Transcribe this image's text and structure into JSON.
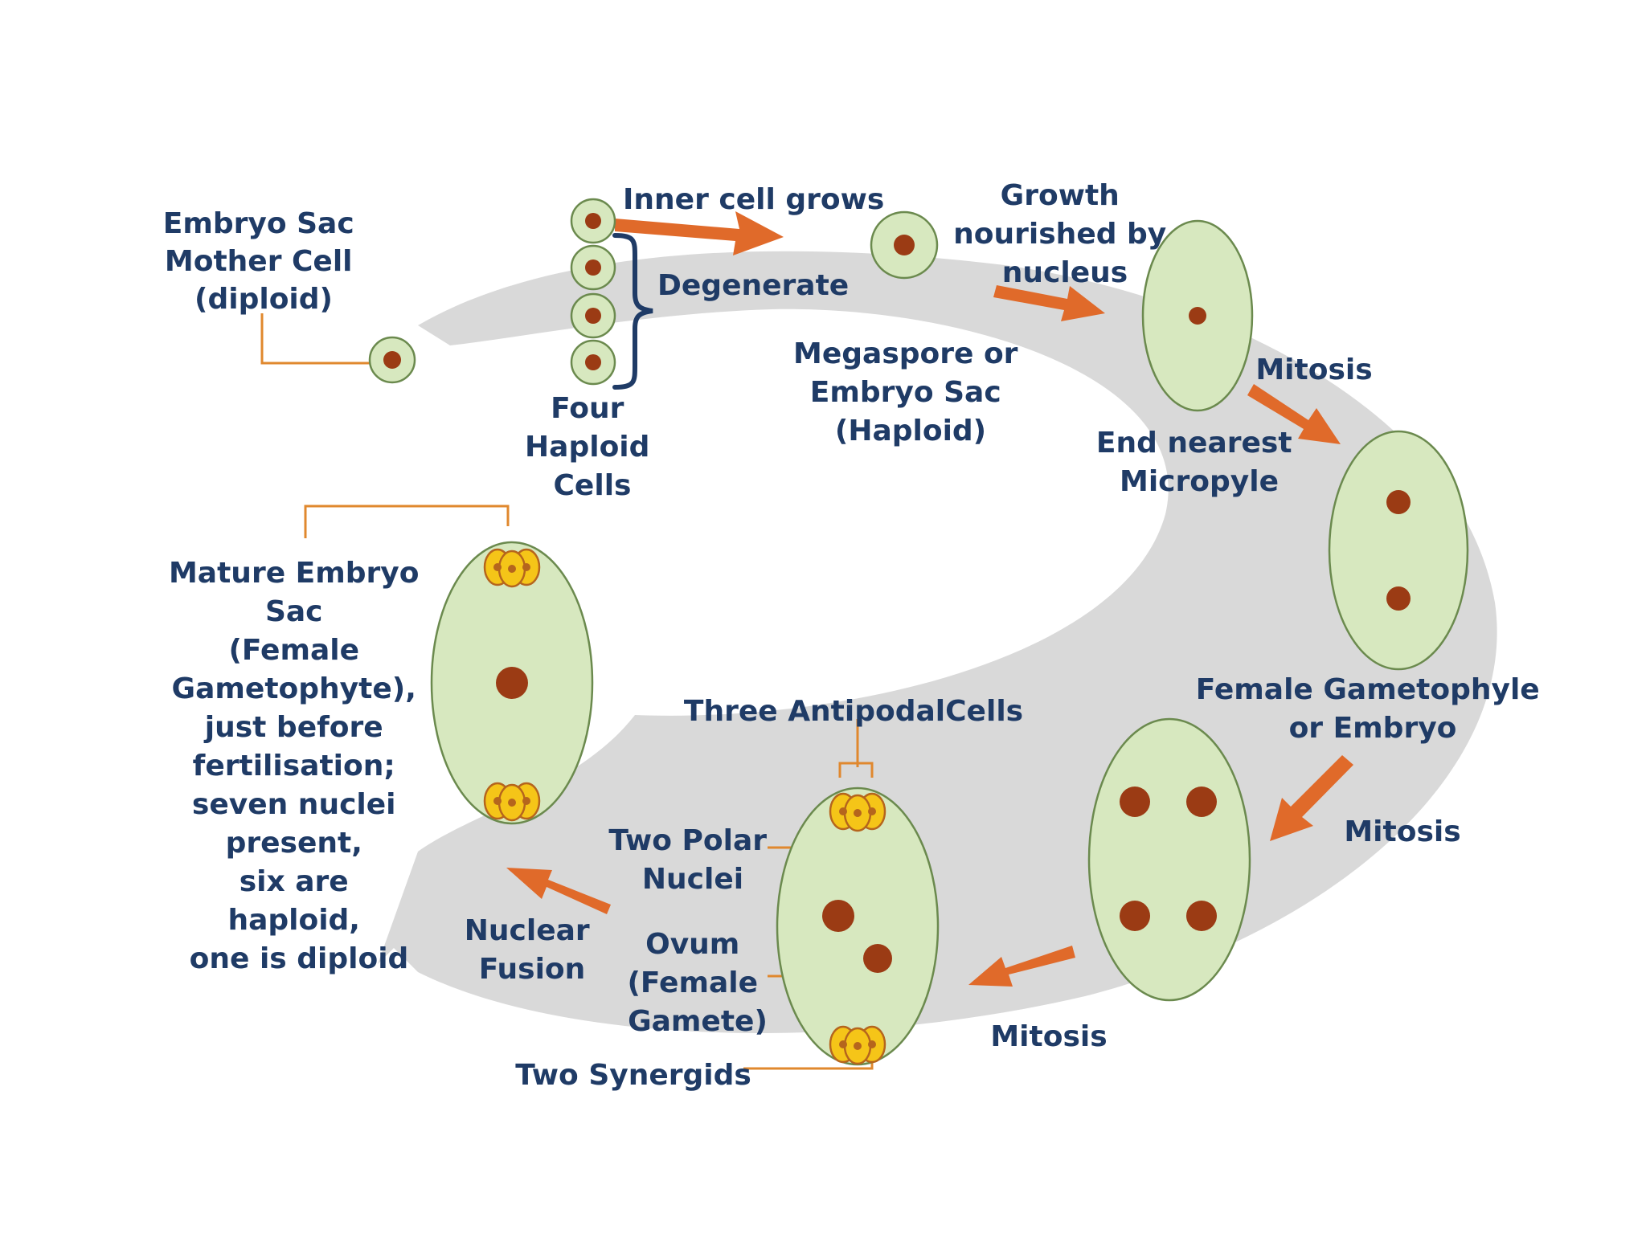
{
  "colors": {
    "cell_fill": "#d7e8bf",
    "cell_stroke": "#6b8a4e",
    "nucleus": "#9b3b14",
    "arrow": "#e06a2a",
    "leader_line": "#e0882e",
    "cycle_band": "#d9d9d9",
    "text": "#1f3b66",
    "small_cell_fill": "#f5c518",
    "small_cell_stroke": "#b5651d"
  },
  "labels": {
    "mother_cell": [
      "Embryo Sac",
      "Mother Cell",
      "(diploid)"
    ],
    "inner_cell_grows": "Inner cell grows",
    "degenerate": "Degenerate",
    "four_haploid": [
      "Four",
      "Haploid",
      "Cells"
    ],
    "growth": [
      "Growth",
      "nourished by",
      "nucleus"
    ],
    "megaspore": [
      "Megaspore or",
      "Embryo Sac",
      "(Haploid)"
    ],
    "mitosis_1": "Mitosis",
    "end_nearest": [
      "End nearest",
      "Micropyle"
    ],
    "female_gametophyle": [
      "Female Gametophyle",
      "or Embryo"
    ],
    "mitosis_2": "Mitosis",
    "mitosis_3": "Mitosis",
    "three_antipodal": "Three AntipodalCells",
    "two_polar": [
      "Two Polar",
      "Nuclei"
    ],
    "ovum": [
      "Ovum",
      "(Female",
      "Gamete)"
    ],
    "two_synergids": "Two Synergids",
    "nuclear_fusion": [
      "Nuclear",
      "Fusion"
    ],
    "mature": [
      "Mature Embryo",
      "Sac",
      "(Female",
      "Gametophyte),",
      "just before",
      "fertilisation;",
      "seven nuclei",
      "present,",
      "six are",
      "haploid,",
      "one is diploid"
    ]
  },
  "icons": {
    "arrow": "orange-arrow-icon",
    "brace": "curly-brace-icon"
  }
}
